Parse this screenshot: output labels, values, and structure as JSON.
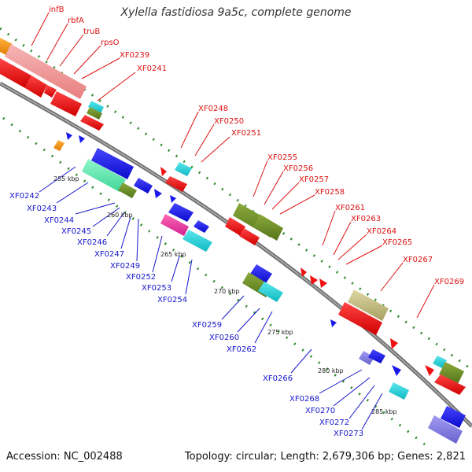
{
  "header": {
    "title": "Xylella fastidiosa 9a5c, complete genome"
  },
  "footer": {
    "accession": "Accession: NC_002488",
    "summary": "Topology: circular; Length: 2,679,306 bp; Genes: 2,821"
  },
  "colors": {
    "red": "#ee1111",
    "blue": "#1a1aee",
    "cyan": "#19cfd6",
    "olive": "#6b8e23",
    "pink": "#ef9090",
    "khaki": "#c9c284",
    "green_dot": "#2e8b2e",
    "backbone": "#888888",
    "label_red": "#dd1111",
    "label_blue": "#1515cc"
  },
  "ticks": {
    "kbp_255": "255 kbp",
    "kbp_260": "260 kbp",
    "kbp_265": "265 kbp",
    "kbp_270": "270 kbp",
    "kbp_275": "275 kbp",
    "kbp_280": "280 kbp",
    "kbp_285": "285 kbp"
  },
  "genes_forward": {
    "infB": "infB",
    "rbfA": "rbfA",
    "truB": "truB",
    "rpsO": "rpsO",
    "XF0239": "XF0239",
    "XF0241": "XF0241",
    "XF0248": "XF0248",
    "XF0250": "XF0250",
    "XF0251": "XF0251",
    "XF0255": "XF0255",
    "XF0256": "XF0256",
    "XF0257": "XF0257",
    "XF0258": "XF0258",
    "XF0261": "XF0261",
    "XF0263": "XF0263",
    "XF0264": "XF0264",
    "XF0265": "XF0265",
    "XF0267": "XF0267",
    "XF0269": "XF0269"
  },
  "genes_reverse": {
    "XF0242": "XF0242",
    "XF0243": "XF0243",
    "XF0244": "XF0244",
    "XF0245": "XF0245",
    "XF0246": "XF0246",
    "XF0247": "XF0247",
    "XF0249": "XF0249",
    "XF0252": "XF0252",
    "XF0253": "XF0253",
    "XF0254": "XF0254",
    "XF0259": "XF0259",
    "XF0260": "XF0260",
    "XF0262": "XF0262",
    "XF0266": "XF0266",
    "XF0268": "XF0268",
    "XF0270": "XF0270",
    "XF0272": "XF0272",
    "XF0273": "XF0273"
  }
}
